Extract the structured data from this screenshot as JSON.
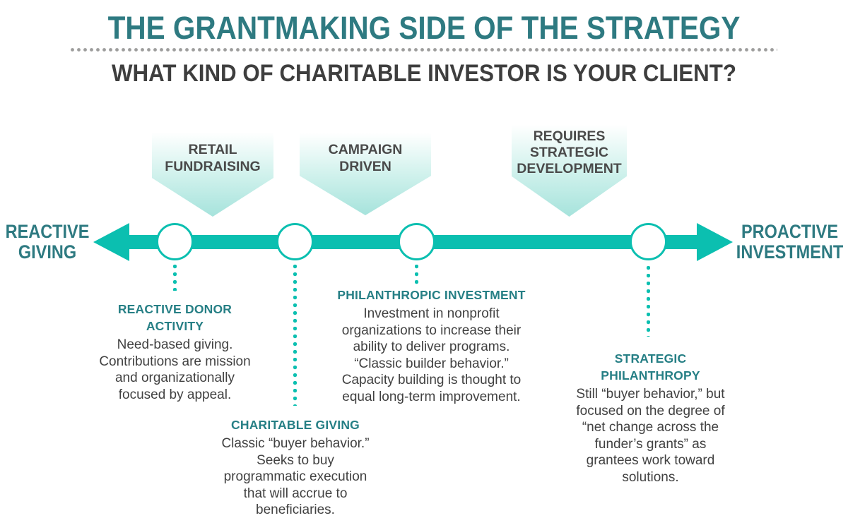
{
  "header": {
    "title": "THE GRANTMAKING SIDE OF THE STRATEGY",
    "subtitle": "WHAT KIND OF CHARITABLE INVESTOR IS YOUR CLIENT?"
  },
  "markers": [
    {
      "label": "RETAIL\nFUNDRAISING"
    },
    {
      "label": "CAMPAIGN\nDRIVEN"
    },
    {
      "label": "REQUIRES\nSTRATEGIC\nDEVELOPMENT"
    }
  ],
  "timeline": {
    "left_label": "REACTIVE\nGIVING",
    "right_label": "PROACTIVE\nINVESTMENT",
    "node_count": 4
  },
  "segments": [
    {
      "heading": "REACTIVE DONOR\nACTIVITY",
      "body": "Need-based giving.\nContributions are mission\nand organizationally\nfocused by appeal."
    },
    {
      "heading": "CHARITABLE GIVING",
      "body": "Classic “buyer behavior.”\nSeeks to buy\nprogrammatic execution\nthat will accrue to\nbeneficiaries."
    },
    {
      "heading": "PHILANTHROPIC INVESTMENT",
      "body": "Investment in nonprofit\norganizations to increase their\nability to deliver programs.\n“Classic builder behavior.”\nCapacity building is thought to\nequal long-term improvement."
    },
    {
      "heading": "STRATEGIC\nPHILANTHROPY",
      "body": "Still “buyer behavior,” but\nfocused on the degree of\n“net change across the\nfunder’s grants” as\ngrantees work toward\nsolutions."
    }
  ],
  "colors": {
    "main_teal": "#0bbfb0",
    "dark_teal_heading": "#2e7a81",
    "segment_heading_teal": "#267f85",
    "body_text_gray": "#414141",
    "marker_label_gray": "#4a4a4a",
    "separator_dot_gray": "#9d9d9c",
    "marker_gradient_bottom": "#a6e3dc"
  }
}
